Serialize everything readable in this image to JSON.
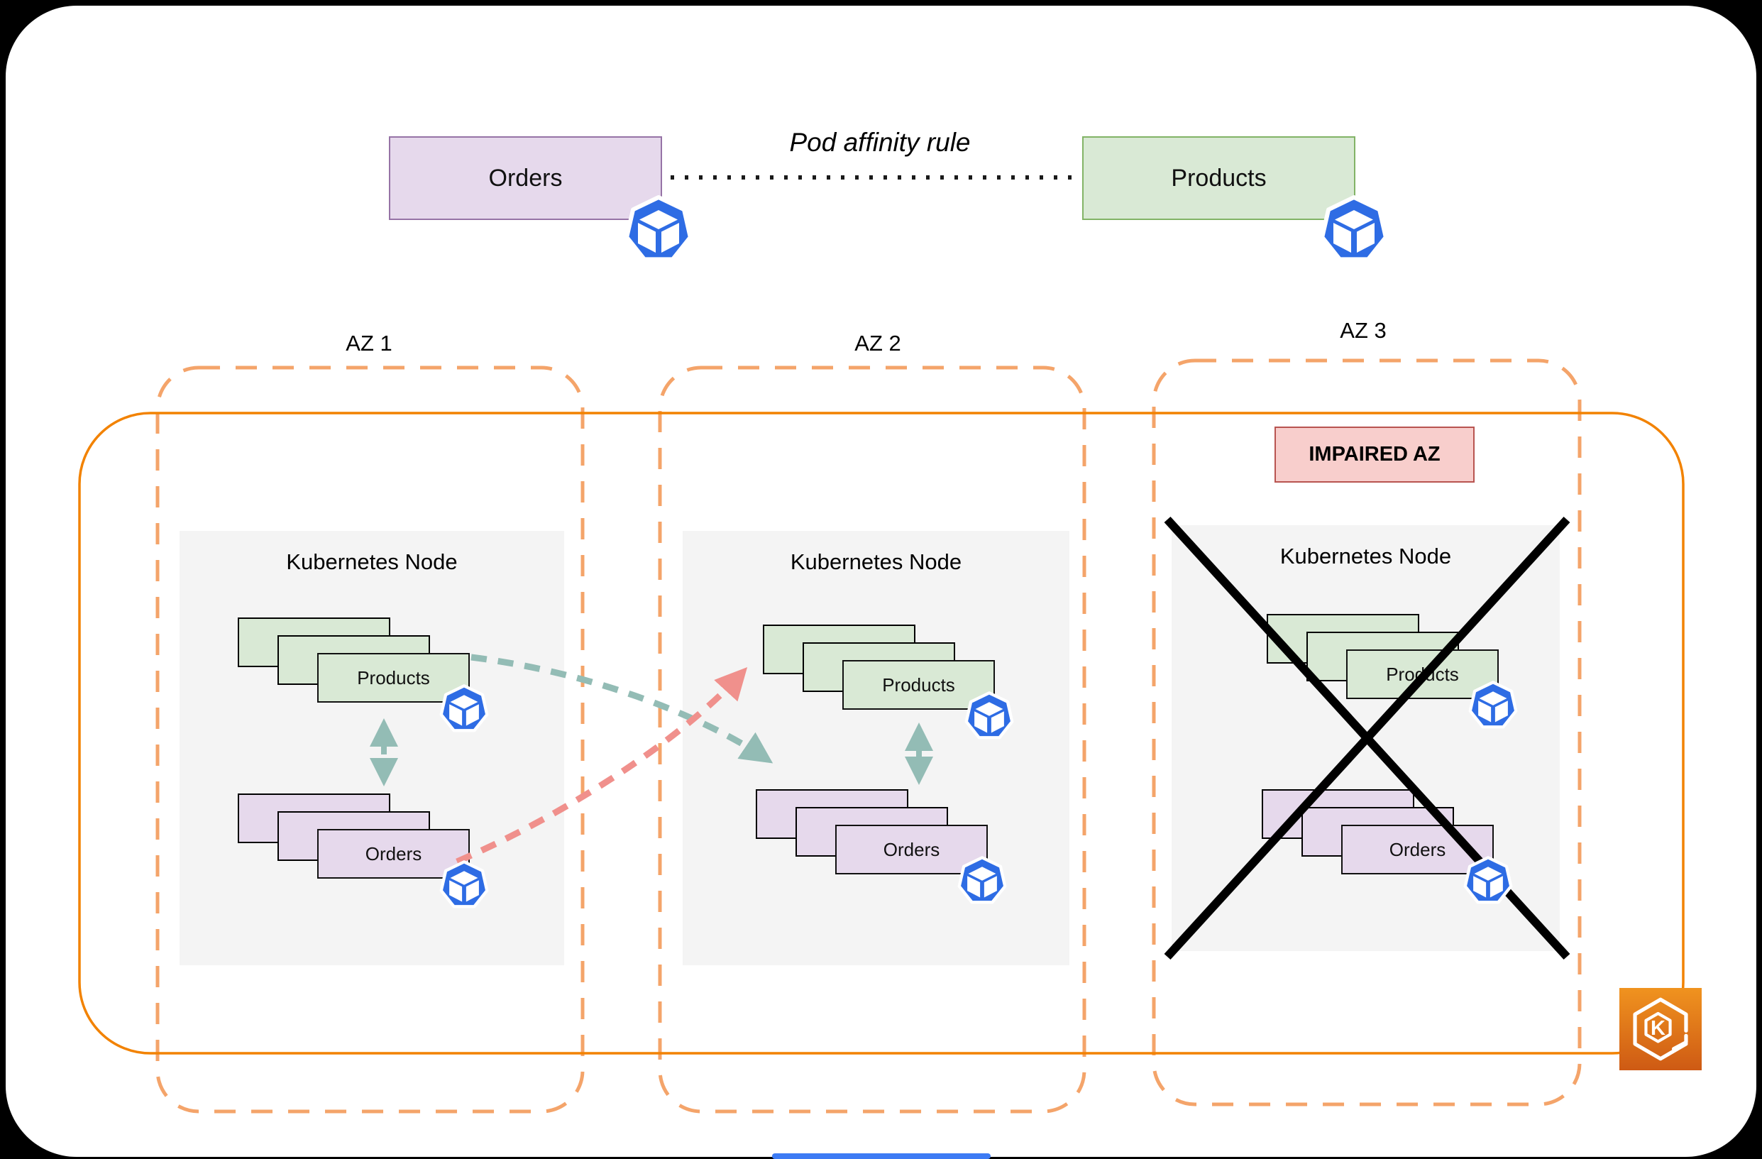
{
  "affinity_rule": {
    "label": "Pod affinity rule"
  },
  "top_pods": {
    "orders": "Orders",
    "products": "Products"
  },
  "zones": [
    {
      "label": "AZ 1",
      "node": {
        "title": "Kubernetes Node",
        "products": "Products",
        "orders": "Orders"
      }
    },
    {
      "label": "AZ 2",
      "node": {
        "title": "Kubernetes Node",
        "products": "Products",
        "orders": "Orders"
      }
    },
    {
      "label": "AZ 3",
      "impaired_badge": "IMPAIRED AZ",
      "node": {
        "title": "Kubernetes Node",
        "products": "Products",
        "orders": "Orders"
      }
    }
  ],
  "eks": {
    "letter": "K"
  },
  "colors": {
    "products_fill": "#d9e9d5",
    "products_border": "#82b366",
    "orders_fill": "#e6d9ec",
    "orders_border": "#9673a6",
    "az_dashed_border": "#f4a46a",
    "cluster_border": "#f28200",
    "node_fill": "#f4f4f4",
    "impaired_fill": "#f8cecc",
    "impaired_border": "#b85450",
    "affinity_arrow_teal": "#93bcb5",
    "anti_affinity_arrow_red": "#f0908c",
    "pod_icon_blue": "#2e6ce4",
    "failure_cross": "#000000"
  }
}
